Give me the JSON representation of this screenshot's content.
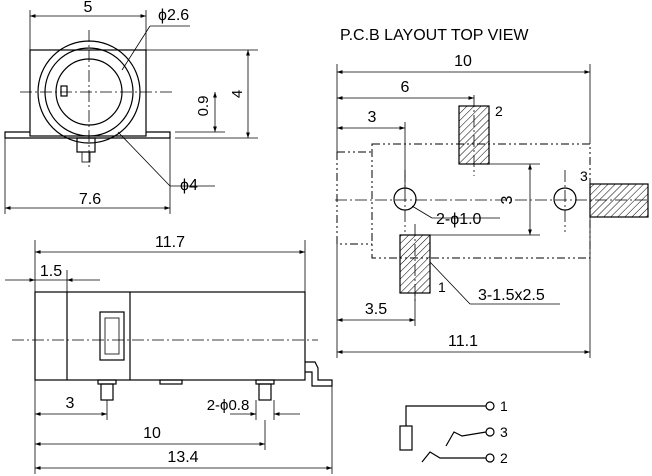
{
  "pcb_title": "P.C.B LAYOUT TOP VIEW",
  "front_view": {
    "width_top": "5",
    "hole_dia": "ϕ2.6",
    "height_09": "0.9",
    "height_4": "4",
    "outer_dia": "ϕ4",
    "width_bottom": "7.6"
  },
  "side_view": {
    "length_117": "11.7",
    "offset_15": "1.5",
    "pin_offset_3": "3",
    "pin_dia": "2-ϕ0.8",
    "pin_span_10": "10",
    "total_134": "13.4"
  },
  "pcb": {
    "dim_10": "10",
    "dim_6": "6",
    "dim_3": "3",
    "dim_3v": "3",
    "hole_label": "2-ϕ1.0",
    "pad_label": "3-1.5x2.5",
    "dim_35": "3.5",
    "dim_111": "11.1",
    "pad1": "1",
    "pad2": "2",
    "pad3": "3"
  },
  "schematic": {
    "pin1": "1",
    "pin3": "3",
    "pin2": "2"
  }
}
